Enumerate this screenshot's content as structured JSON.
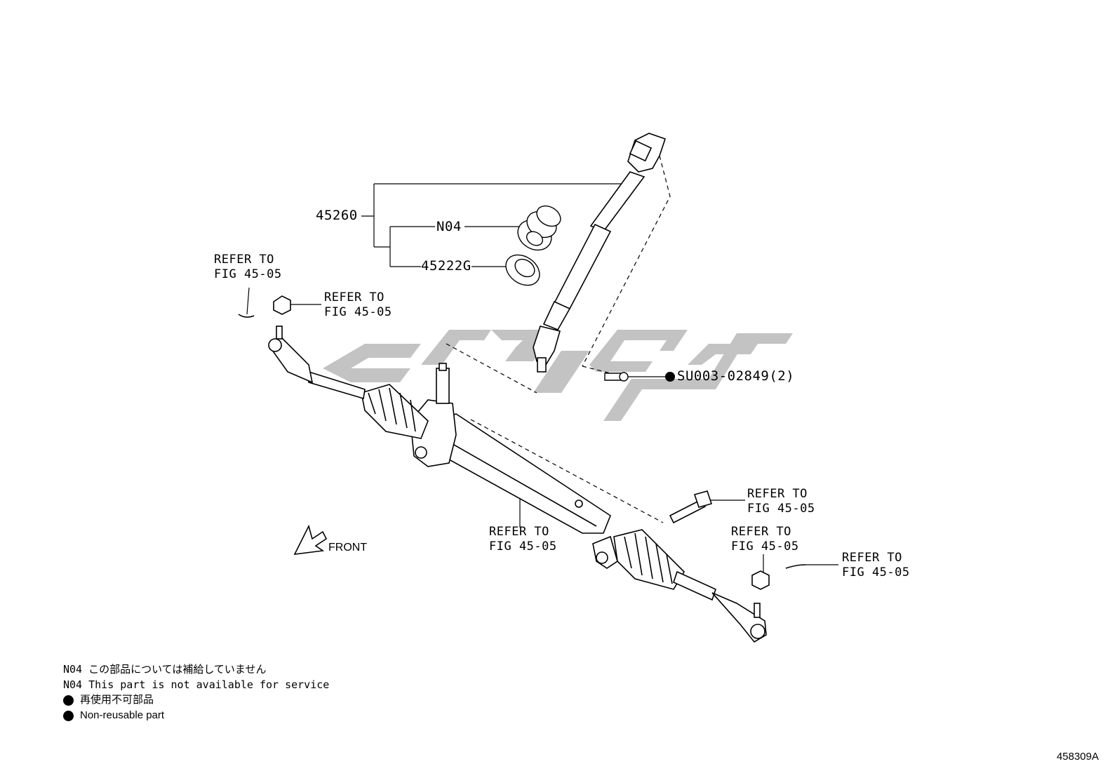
{
  "parts": {
    "intermediate_shaft": "45260",
    "dust_seal": "N04",
    "hole_cover": "45222G",
    "bolt": "SU003-02849(2)"
  },
  "references": [
    "REFER TO",
    "FIG 45-05"
  ],
  "front_label": "FRONT",
  "notes": {
    "n04_jp": "N04 この部品については補給していません",
    "n04_en": "N04 This part is not available for service",
    "nonreuse_jp": "再使用不可部品",
    "nonreuse_en": "Non-reusable part"
  },
  "figure_id": "458309A",
  "watermark_color": "#bdbdbd"
}
